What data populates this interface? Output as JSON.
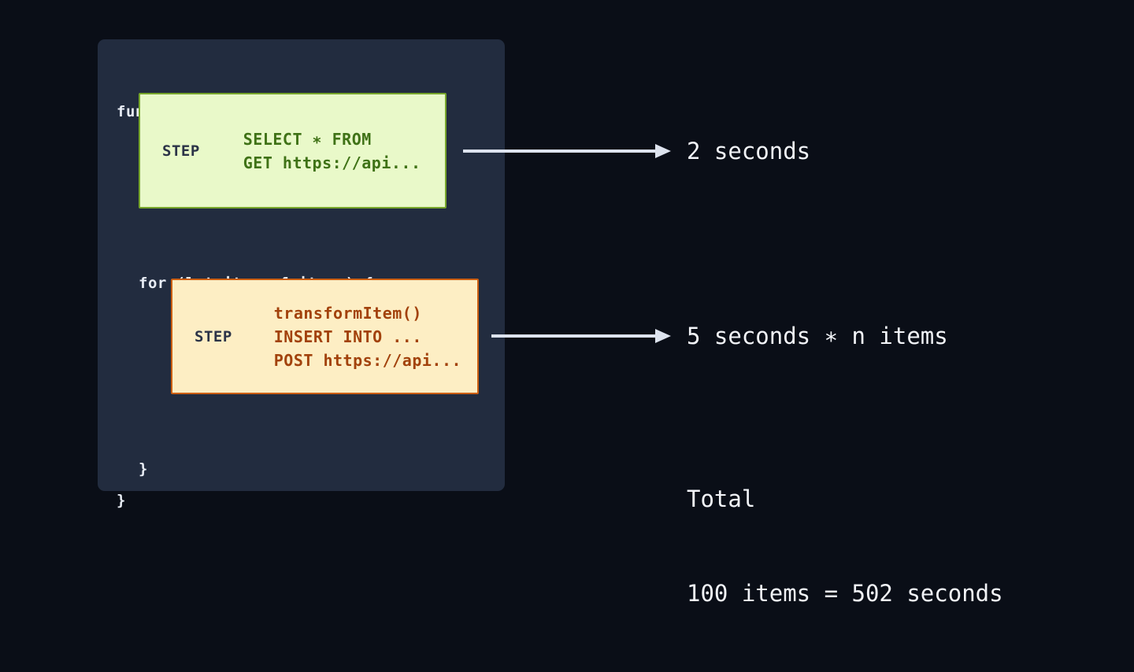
{
  "diagram": {
    "title_text": "",
    "background_color": "#0a0e17",
    "panel_color": "#222c3f",
    "code": {
      "function_line": "function () {",
      "for_line": "for (let item of items) {",
      "closing_brace_inner": "}",
      "closing_brace_outer": "}"
    },
    "steps": [
      {
        "tag": "STEP",
        "accent_color": "#76a52b",
        "fill_color": "#e9f9c9",
        "text_color": "#3f7216",
        "lines": "SELECT ∗ FROM\nGET https://api..."
      },
      {
        "tag": "STEP",
        "accent_color": "#cb5f12",
        "fill_color": "#fdeec4",
        "text_color": "#a2420c",
        "lines": "transformItem()\nINSERT INTO ...\nPOST https://api..."
      }
    ],
    "annotations": [
      {
        "label": "2 seconds"
      },
      {
        "label": "5 seconds ∗ n items"
      }
    ],
    "total": {
      "heading": "Total",
      "value": "100 items = 502 seconds"
    },
    "arrow_color": "#dde3ee"
  }
}
